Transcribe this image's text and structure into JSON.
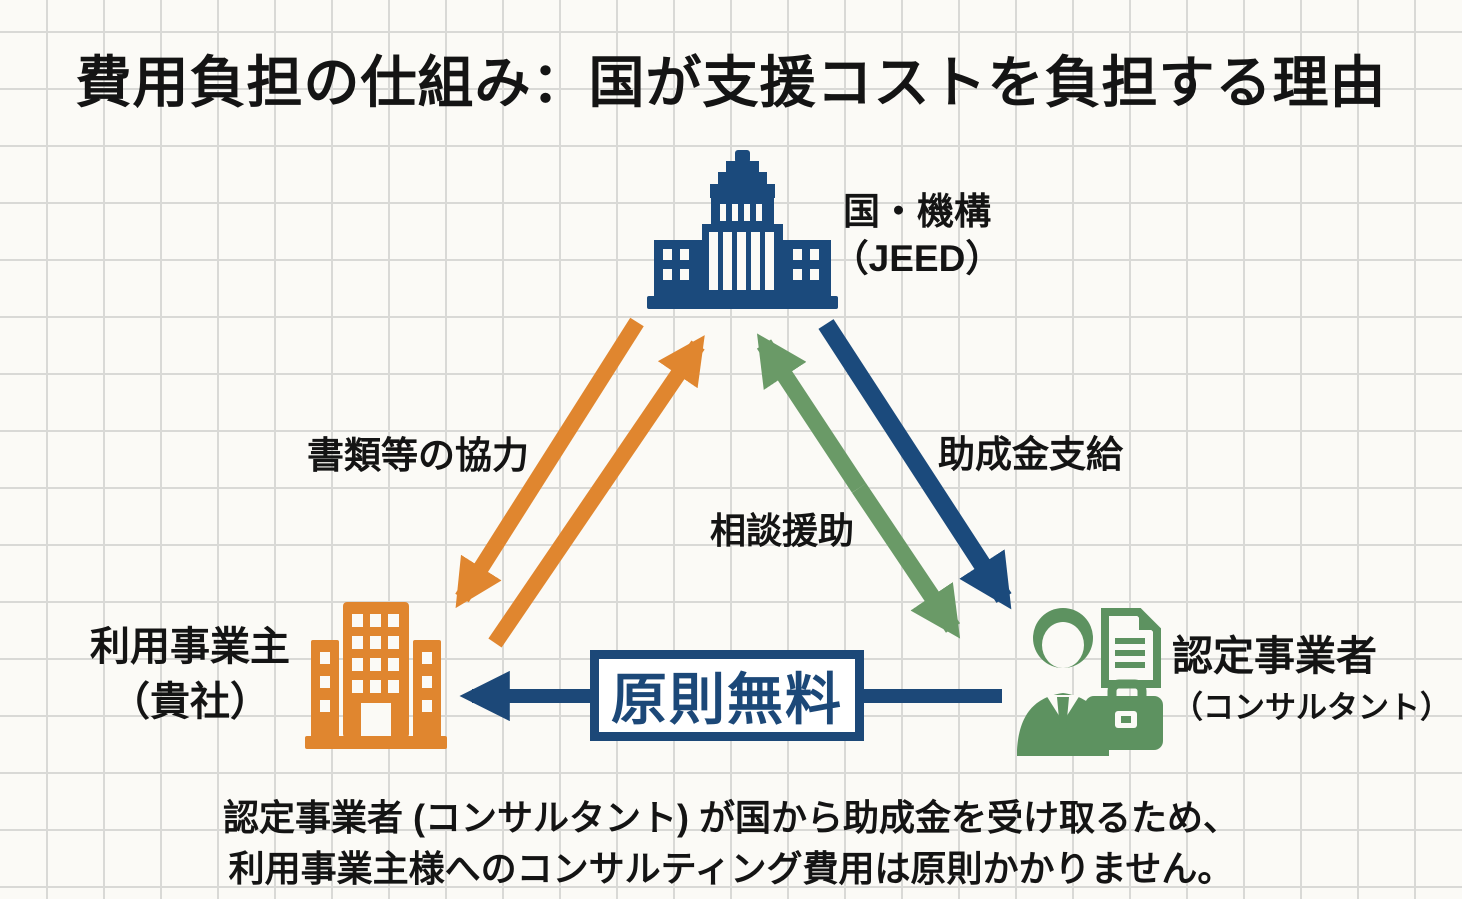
{
  "title": "費用負担の仕組み：国が支援コストを負担する理由",
  "nodes": {
    "government": {
      "line1": "国・機構",
      "line2": "（JEED）",
      "icon": "government-building-icon",
      "color": "#1b4a7c"
    },
    "employer": {
      "line1": "利用事業主",
      "line2": "（貴社）",
      "icon": "office-building-icon",
      "color": "#e0862f"
    },
    "consultant": {
      "line1": "認定事業者",
      "line2": "（コンサルタント）",
      "icon": "consultant-icon",
      "color": "#5d9260"
    }
  },
  "edges": {
    "documents_cooperation": {
      "label": "書類等の協力",
      "between": "利用事業主 ⇄ 国・機構",
      "color": "#e0862f",
      "direction": "both (paired arrows)"
    },
    "consultation_support": {
      "label": "相談援助",
      "between": "国・機構 ⇄ 認定事業者",
      "color": "#6a9a67",
      "direction": "both (double-headed)"
    },
    "subsidy_payment": {
      "label": "助成金支給",
      "between": "国・機構 → 認定事業者",
      "color": "#1b4a7c",
      "direction": "one-way"
    },
    "free_of_charge": {
      "label": "原則無料",
      "between": "認定事業者 → 利用事業主",
      "color": "#1c4878",
      "direction": "one-way",
      "boxed": true
    }
  },
  "footer": {
    "line1": "認定事業者 (コンサルタント) が国から助成金を受け取るため、",
    "line2": "利用事業主様へのコンサルティング費用は原則かかりません。"
  },
  "colors": {
    "navy": "#1b4a7c",
    "orange": "#e0862f",
    "green_arrow": "#6a9a67",
    "green_icon": "#5d9260",
    "text": "#141414",
    "background": "#fbfaf6",
    "grid_line": "#d9d9d6",
    "box_background": "#ffffff"
  }
}
